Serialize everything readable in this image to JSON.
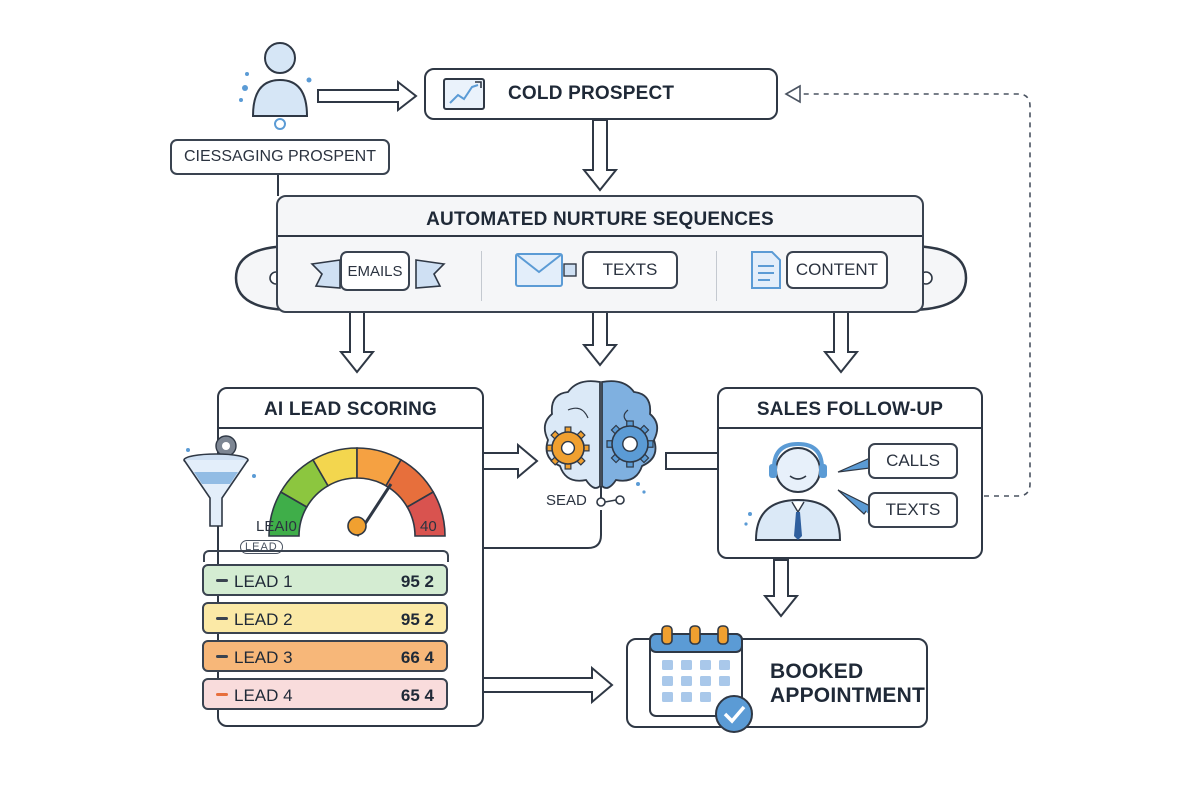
{
  "prospect_label": "CIESSAGING PROSPENT",
  "cold_prospect": {
    "label": "COLD PROSPECT"
  },
  "nurture": {
    "title": "AUTOMATED NURTURE SEQUENCES",
    "channels": [
      "EMAILS",
      "TEXTS",
      "CONTENT"
    ]
  },
  "scoring": {
    "title": "AI LEAD SCORING",
    "gauge_left": "LEAI0",
    "gauge_right": "40",
    "gauge_sub": "LEAD",
    "leads": [
      {
        "name": "LEAD 1",
        "score": "95 2",
        "color": "#d4ecd2"
      },
      {
        "name": "LEAD 2",
        "score": "95 2",
        "color": "#fbe9a6"
      },
      {
        "name": "LEAD 3",
        "score": "66 4",
        "color": "#f7b779"
      },
      {
        "name": "LEAD 4",
        "score": "65 4",
        "color": "#f9dcdc"
      }
    ]
  },
  "brain": {
    "label": "SEAD"
  },
  "sales": {
    "title": "SALES FOLLOW-UP",
    "channels": [
      "CALLS",
      "TEXTS"
    ]
  },
  "booked": {
    "line1": "BOOKED",
    "line2": "APPOINTMENT"
  },
  "colors": {
    "stroke": "#2f3845",
    "accent_blue": "#5b9bd5",
    "gear_orange": "#f0a030",
    "gauge": [
      "#3fae49",
      "#8cc63f",
      "#f3d64e",
      "#f5a142",
      "#e76f3c",
      "#d9534f"
    ]
  }
}
